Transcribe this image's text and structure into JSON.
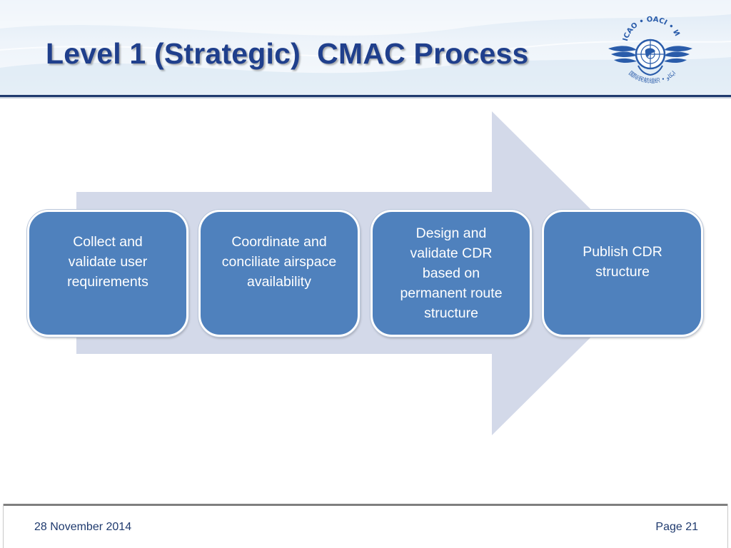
{
  "slide": {
    "title": "Level 1 (Strategic)  CMAC Process",
    "logo": {
      "icon": "icao-emblem-icon",
      "text_top": "ICAO • OACI • ИКАО",
      "text_bottom": "国际民航组织 • ايكاو",
      "colors": {
        "primary": "#2a5caa"
      }
    }
  },
  "diagram": {
    "type": "process-arrow",
    "arrow_color": "#d3d9e9",
    "box_color": "#4f81bd",
    "steps": [
      {
        "label": "Collect and\nvalidate user\nrequirements"
      },
      {
        "label": "Coordinate and\nconciliate airspace\navailability"
      },
      {
        "label": "Design and\nvalidate CDR\nbased on\npermanent  route\nstructure"
      },
      {
        "label": "Publish CDR\nstructure"
      }
    ]
  },
  "footer": {
    "date": "28 November 2014",
    "page": "Page 21"
  },
  "colors": {
    "title": "#1f3f8c",
    "header_rule": "#1f3a6e",
    "footer_text": "#1f3a6e"
  }
}
